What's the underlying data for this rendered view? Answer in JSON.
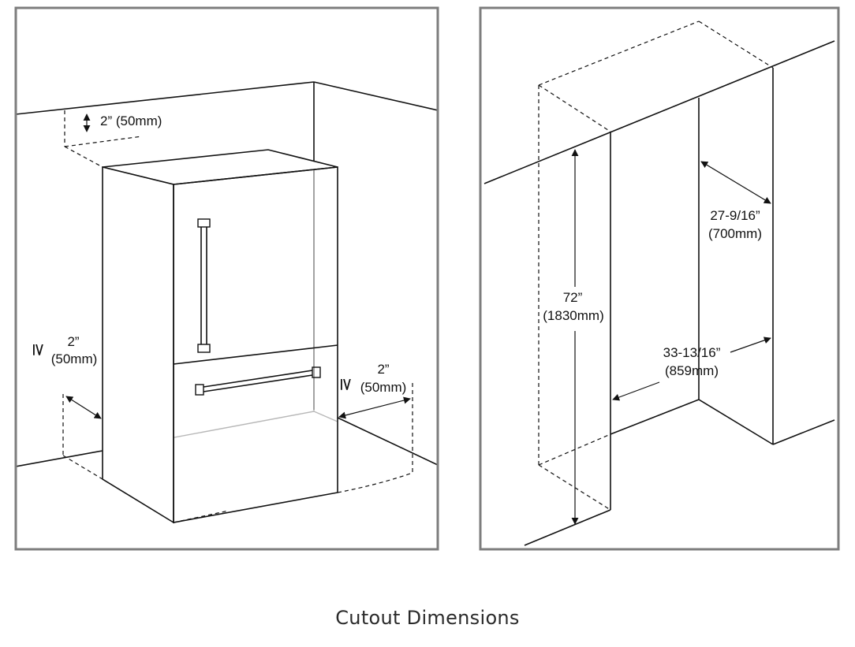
{
  "left_panel": {
    "top_clearance": "2” (50mm)",
    "side_clearance_left": {
      "symbol": "≥",
      "value": "2”",
      "metric": "(50mm)"
    },
    "side_clearance_right": {
      "symbol": "≥",
      "value": "2”",
      "metric": "(50mm)"
    }
  },
  "right_panel": {
    "height": {
      "value": "72”",
      "metric": "(1830mm)"
    },
    "depth": {
      "value": "27-9/16”",
      "metric": "(700mm)"
    },
    "width": {
      "value": "33-13/16”",
      "metric": "(859mm)"
    }
  },
  "caption": "Cutout Dimensions"
}
